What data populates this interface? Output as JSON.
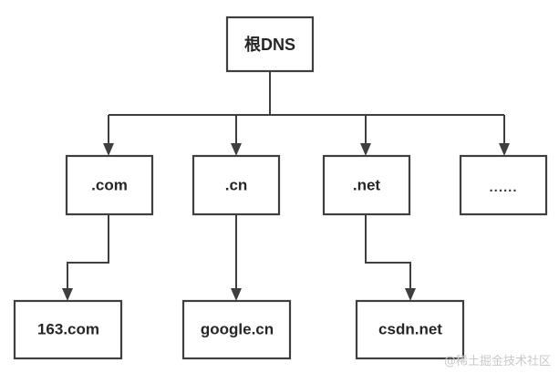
{
  "diagram": {
    "title": "DNS hierarchy tree",
    "background_color": "#ffffff",
    "stroke_color": "#3f3f3f",
    "text_color": "#262626",
    "nodes": {
      "root": {
        "label": "根DNS"
      },
      "tld": [
        {
          "label": ".com"
        },
        {
          "label": ".cn"
        },
        {
          "label": ".net"
        },
        {
          "label": "......"
        }
      ],
      "domains": [
        {
          "label": "163.com"
        },
        {
          "label": "google.cn"
        },
        {
          "label": "csdn.net"
        }
      ]
    },
    "watermark": "@稀土掘金技术社区"
  }
}
